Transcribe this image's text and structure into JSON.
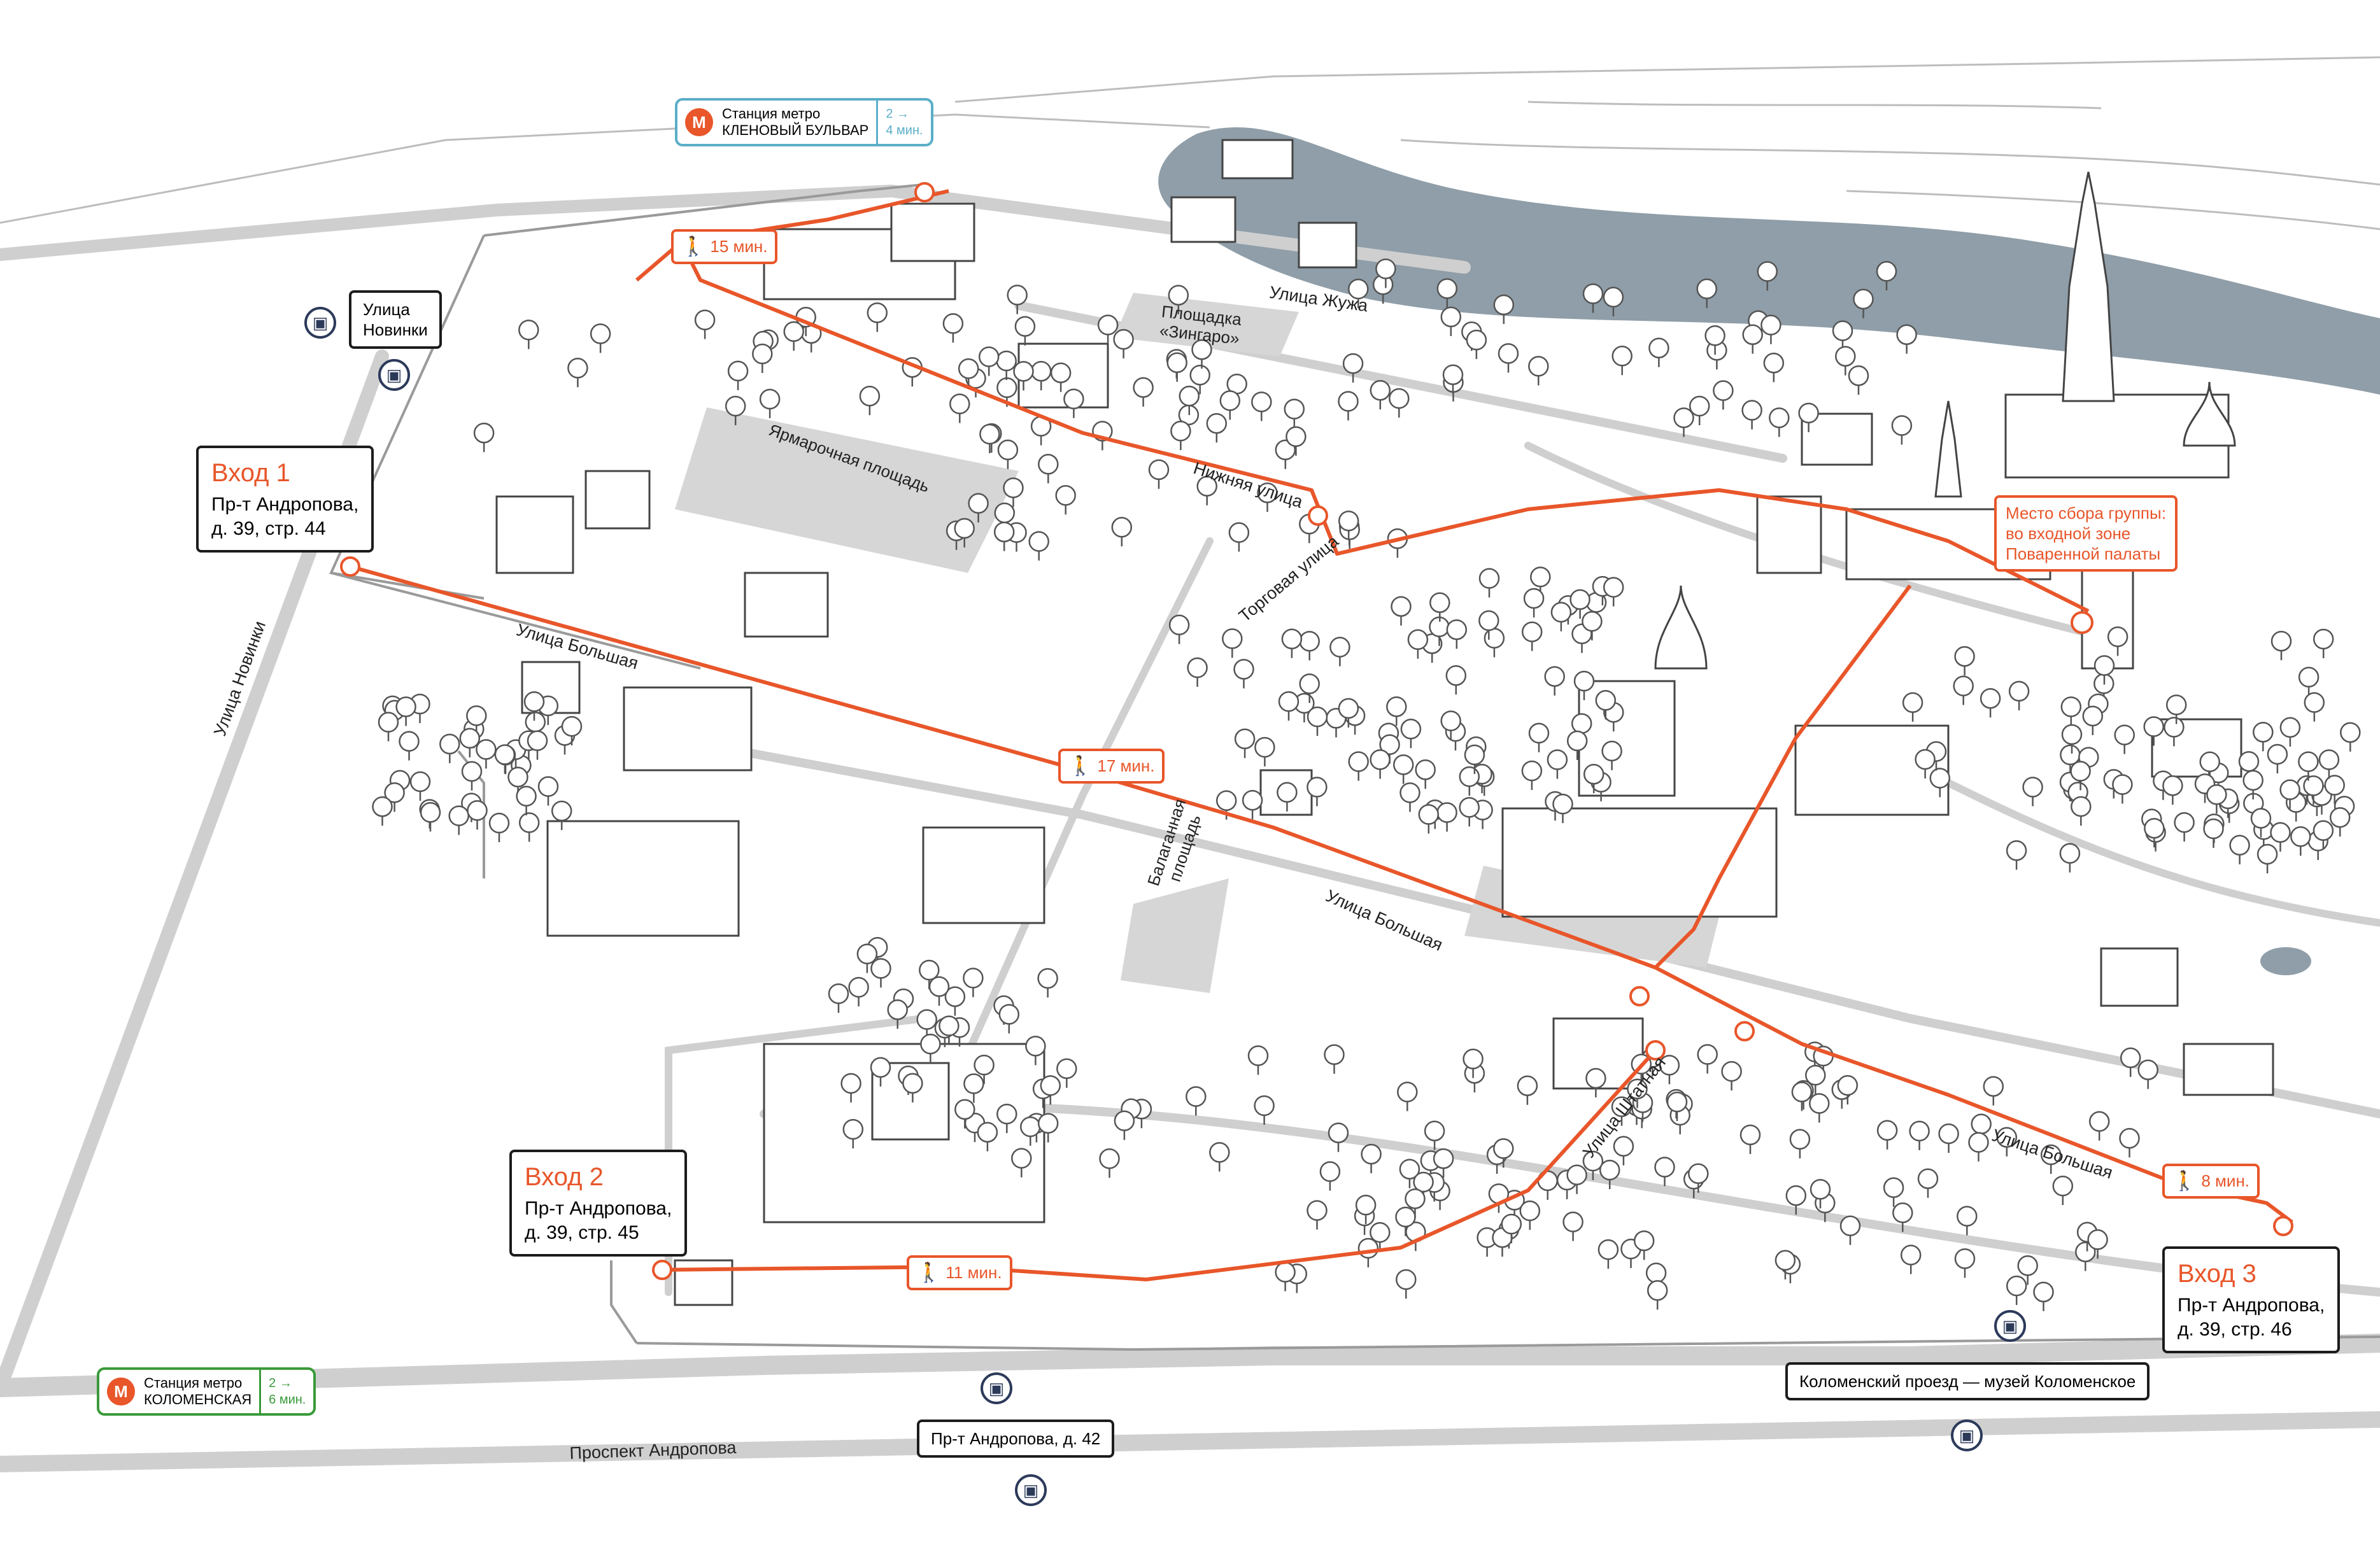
{
  "metro": {
    "north": {
      "label": "Станция метро",
      "name": "КЛЕНОВЫЙ БУЛЬВАР",
      "time_line1": "2 →",
      "time_line2": "4 мин.",
      "color": "#5aaec8"
    },
    "south": {
      "label": "Станция метро",
      "name": "КОЛОМЕНСКАЯ",
      "time_line1": "2 →",
      "time_line2": "6 мин.",
      "color": "#3a9a3a"
    },
    "icon_letter": "М"
  },
  "entrances": [
    {
      "title": "Вход 1",
      "addr1": "Пр-т Андропова,",
      "addr2": "д. 39, стр. 44"
    },
    {
      "title": "Вход 2",
      "addr1": "Пр-т Андропова,",
      "addr2": "д. 39, стр. 45"
    },
    {
      "title": "Вход 3",
      "addr1": "Пр-т Андропова,",
      "addr2": "д. 39, стр. 46"
    }
  ],
  "assembly": {
    "line1": "Место сбора группы:",
    "line2": "во входной зоне",
    "line3": "Поваренной палаты"
  },
  "walk_times": [
    "15 мин.",
    "17 мин.",
    "11 мин.",
    "8 мин."
  ],
  "bus_stops": {
    "novinki": {
      "line1": "Улица",
      "line2": "Новинки"
    },
    "andropova42": "Пр-т Андропова, д. 42",
    "kolomensky": "Коломенский проезд — музей Коломенское"
  },
  "streets": {
    "zhuzha": "Улица Жужа",
    "nizhnyaya": "Нижняя улица",
    "torgovaya": "Торговая улица",
    "bolshaya": "Улица Большая",
    "novinki": "Улица Новинки",
    "shtatnaya": "Улица Штатная",
    "andropova": "Проспект Андропова"
  },
  "places": {
    "zingaro1": "Площадка",
    "zingaro2": "«Зингаро»",
    "yarmarochnaya": "Ярмарочная площадь",
    "balagannaya1": "Балаганная",
    "balagannaya2": "площадь"
  },
  "colors": {
    "route": "#e8562a",
    "river": "#8f9ea8",
    "road": "#cfcfcf",
    "plaza": "#d6d6d6",
    "bus": "#2c3a5a"
  }
}
